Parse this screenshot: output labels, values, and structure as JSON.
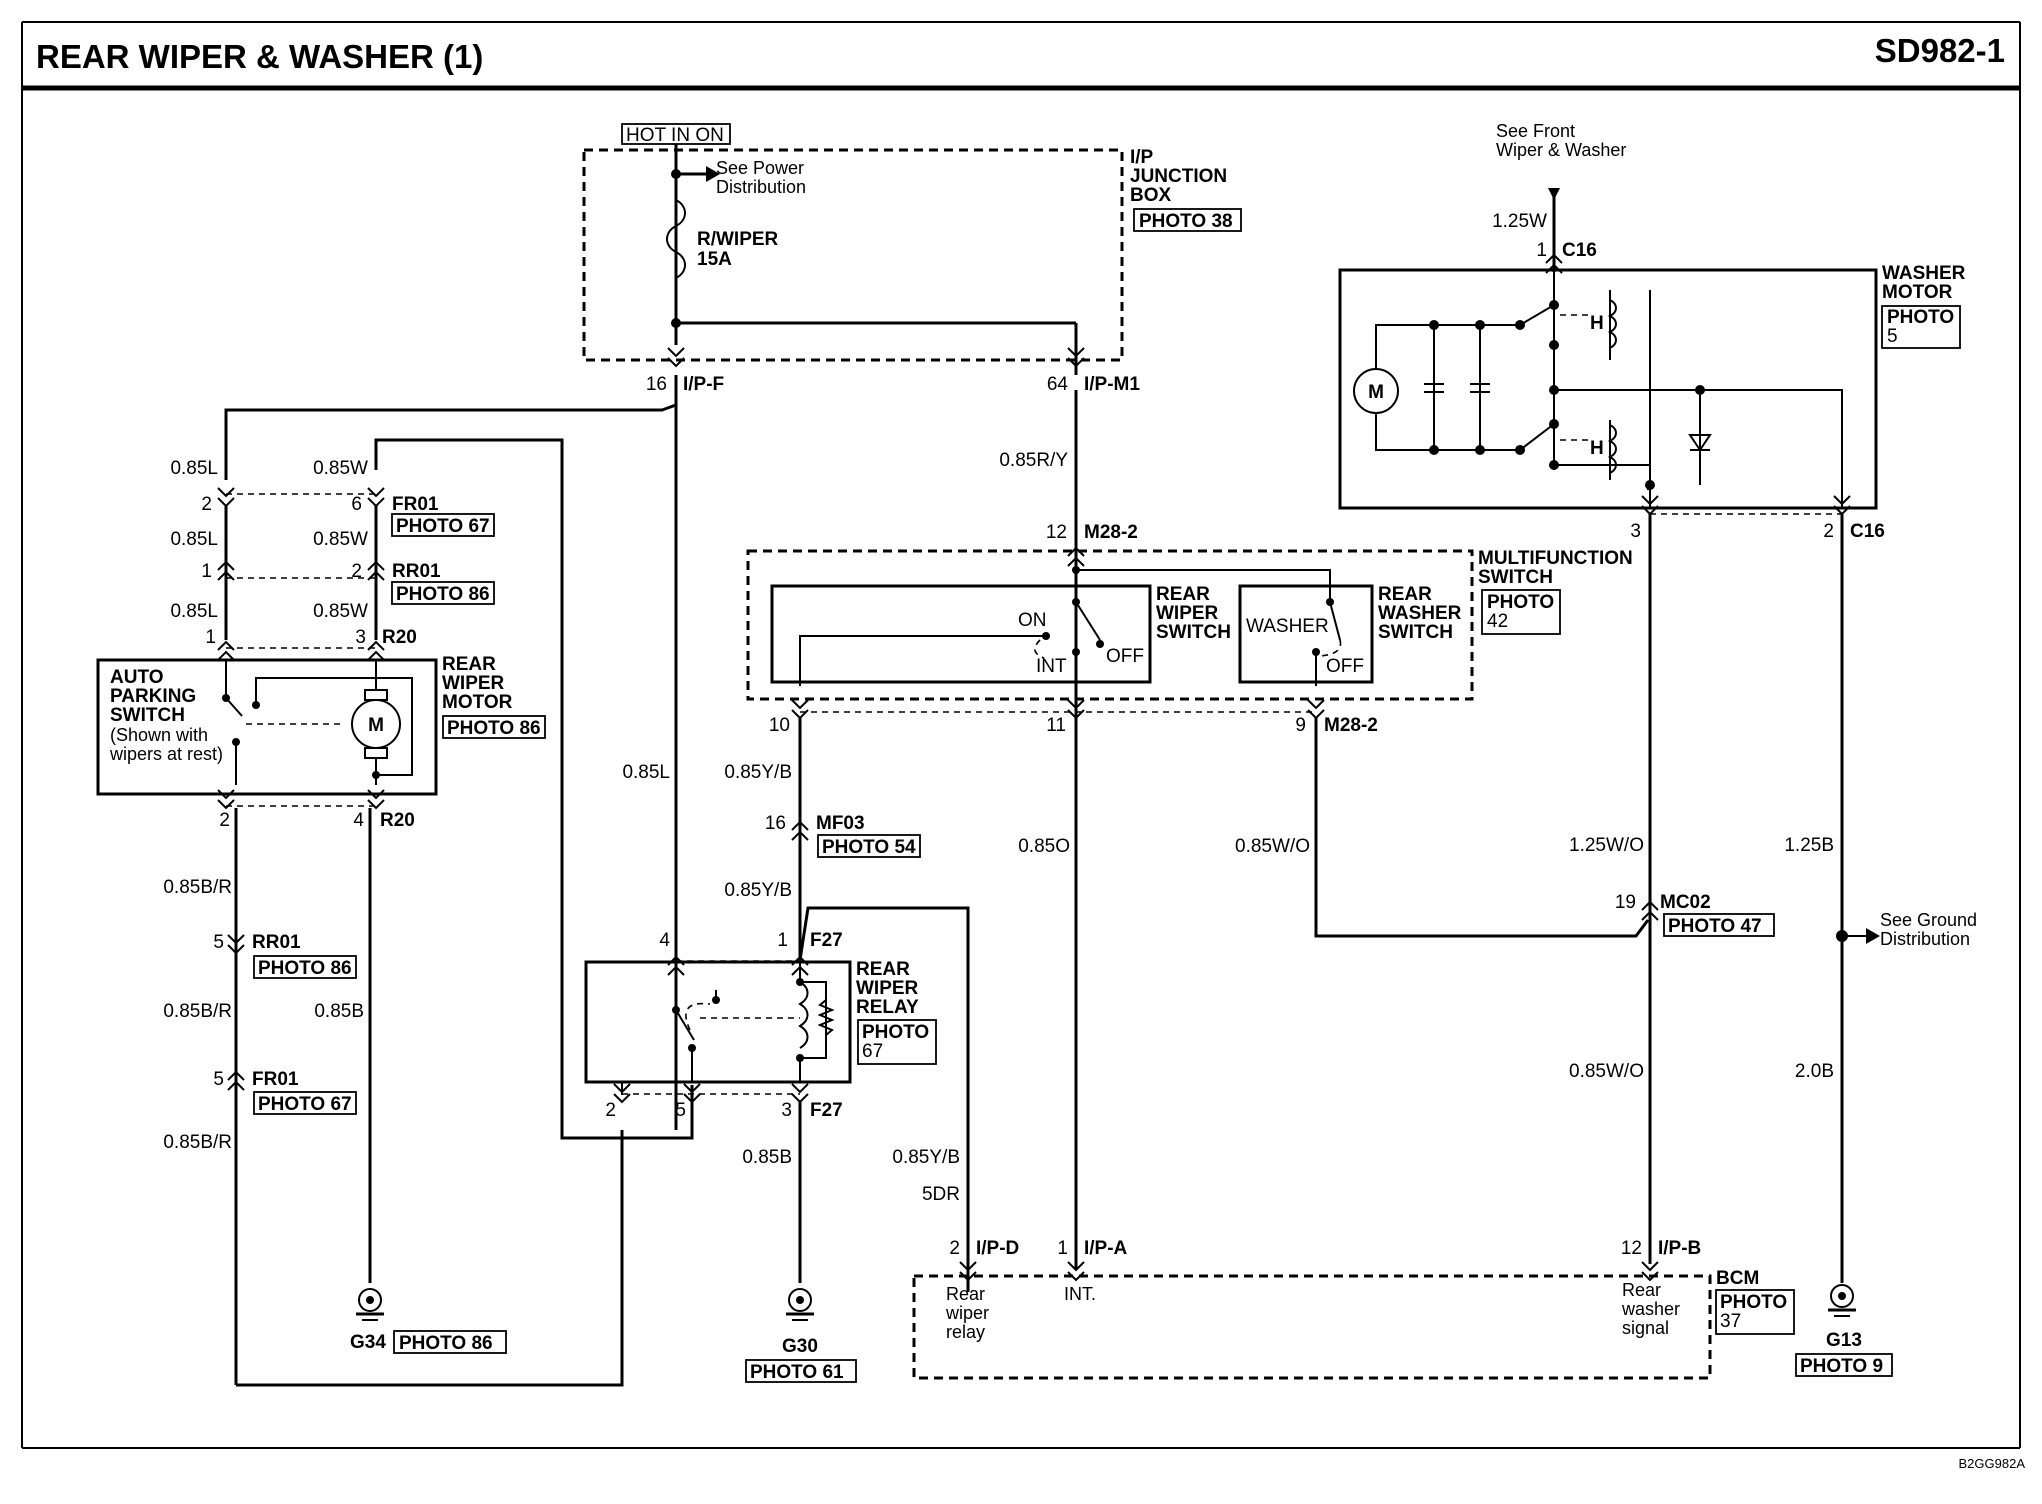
{
  "header": {
    "title": "REAR WIPER & WASHER (1)",
    "code": "SD982-1",
    "image_ref": "B2GG982A"
  },
  "power": {
    "hot_label": "HOT IN ON",
    "see_power": [
      "See Power",
      "Distribution"
    ],
    "fuse": [
      "R/WIPER",
      "15A"
    ],
    "junction_box": [
      "I/P",
      "JUNCTION",
      "BOX"
    ],
    "junction_photo": "PHOTO 38",
    "pin_f": "16",
    "conn_f": "I/P-F",
    "pin_m1": "64",
    "conn_m1": "I/P-M1"
  },
  "washer_motor": {
    "see_front": [
      "See Front",
      "Wiper & Washer"
    ],
    "feed_wire": "1.25W",
    "pin_in": "1",
    "conn": "C16",
    "title": [
      "WASHER",
      "MOTOR"
    ],
    "photo": [
      "PHOTO",
      "5"
    ],
    "motor_symbol": "M",
    "switch_symbol": "H",
    "pin3": "3",
    "pin2": "2",
    "conn_out": "C16"
  },
  "left": {
    "wire_l": "0.85L",
    "wire_w": "0.85W",
    "fr01_pins": [
      "2",
      "6"
    ],
    "fr01_conn": "FR01",
    "fr01_photo": "PHOTO 67",
    "rr01_pins": [
      "1",
      "2"
    ],
    "rr01_conn": "RR01",
    "rr01_photo": "PHOTO 86",
    "r20_pins": [
      "1",
      "3"
    ],
    "r20_conn": "R20",
    "auto_parking": [
      "AUTO",
      "PARKING",
      "SWITCH"
    ],
    "auto_note": [
      "(Shown with",
      "wipers at rest)"
    ],
    "motor_title": [
      "REAR",
      "WIPER",
      "MOTOR"
    ],
    "motor_photo": "PHOTO 86",
    "motor_symbol": "M",
    "r20_bottom_pins": [
      "2",
      "4"
    ],
    "wire_br": "0.85B/R",
    "wire_b": "0.85B",
    "rr01b_pin": "5",
    "rr01b_conn": "RR01",
    "rr01b_photo": "PHOTO 86",
    "fr01b_pin": "5",
    "fr01b_conn": "FR01",
    "fr01b_photo": "PHOTO 67",
    "ground": "G34",
    "ground_photo": "PHOTO 86"
  },
  "multifunction": {
    "wire_ry": "0.85R/Y",
    "pin12": "12",
    "conn": "M28-2",
    "title": [
      "MULTIFUNCTION",
      "SWITCH"
    ],
    "photo": [
      "PHOTO",
      "42"
    ],
    "rear_wiper_switch": [
      "REAR",
      "WIPER",
      "SWITCH"
    ],
    "rear_washer_switch": [
      "REAR",
      "WASHER",
      "SWITCH"
    ],
    "on": "ON",
    "int": "INT",
    "off": "OFF",
    "washer": "WASHER",
    "off2": "OFF",
    "pins_bottom": [
      "10",
      "11",
      "9"
    ],
    "conn_bottom": "M28-2"
  },
  "relay": {
    "wire_yb": "0.85Y/B",
    "wire_l": "0.85L",
    "mf03_pin": "16",
    "mf03_conn": "MF03",
    "mf03_photo": "PHOTO 54",
    "pins_top": [
      "4",
      "1"
    ],
    "conn": "F27",
    "title": [
      "REAR",
      "WIPER",
      "RELAY"
    ],
    "photo": [
      "PHOTO",
      "67"
    ],
    "pins_bottom": [
      "2",
      "5",
      "3"
    ],
    "conn_bottom": "F27",
    "wire_b": "0.85B",
    "ground": "G30",
    "ground_photo": "PHOTO 61"
  },
  "bcm": {
    "wire_o": "0.85O",
    "wire_wo": "0.85W/O",
    "wire_yb": "0.85Y/B",
    "wire_5dr": "5DR",
    "wire_125wo": "1.25W/O",
    "wire_125b": "1.25B",
    "wire_20b": "2.0B",
    "mc02_pin": "19",
    "mc02_conn": "MC02",
    "mc02_photo": "PHOTO 47",
    "pin_d": "2",
    "conn_d": "I/P-D",
    "pin_a": "1",
    "conn_a": "I/P-A",
    "pin_b": "12",
    "conn_b": "I/P-B",
    "title": "BCM",
    "photo": [
      "PHOTO",
      "37"
    ],
    "rear_relay": [
      "Rear",
      "wiper",
      "relay"
    ],
    "int": "INT.",
    "washer_signal": [
      "Rear",
      "washer",
      "signal"
    ],
    "see_ground": [
      "See Ground",
      "Distribution"
    ],
    "ground": "G13",
    "ground_photo": "PHOTO 9"
  }
}
